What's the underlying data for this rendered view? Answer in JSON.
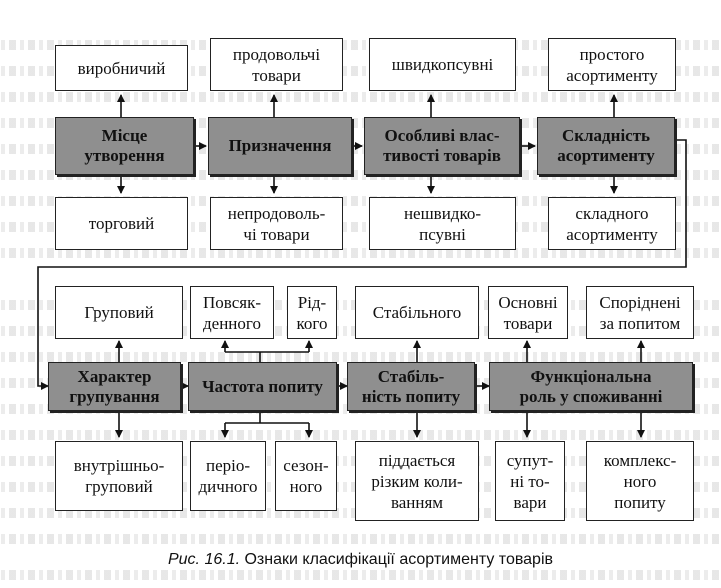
{
  "diagram": {
    "row1": {
      "top": [
        "виробничий",
        "продовольчі\nтовари",
        "швидкопсувні",
        "простого\nасортименту"
      ],
      "heads": [
        "Місце\nутворення",
        "Призначення",
        "Особливі влас-\nтивості товарів",
        "Складність\nасортименту"
      ],
      "bottom": [
        "торговий",
        "непродоволь-\nчі товари",
        "нешвидко-\nпсувні",
        "складного\nасортименту"
      ]
    },
    "row2": {
      "top": [
        "Груповий",
        "Повсяк-\nденного",
        "Рід-\nкого",
        "Стабільного",
        "Основні\nтовари",
        "Споріднені\nза попитом"
      ],
      "heads": [
        "Характер\nгрупування",
        "Частота попиту",
        "Стабіль-\nність попиту",
        "Функціональна\nроль у споживанні"
      ],
      "bottom": [
        "внутрішньо-\nгруповий",
        "періо-\nдичного",
        "сезон-\nного",
        "піддається\nрізким коли-\nванням",
        "супут-\nні то-\nвари",
        "комплекс-\nного\nпопиту"
      ]
    },
    "caption_label": "Рис. 16.1.",
    "caption_text": "Ознаки класифікації асортименту товарів"
  }
}
